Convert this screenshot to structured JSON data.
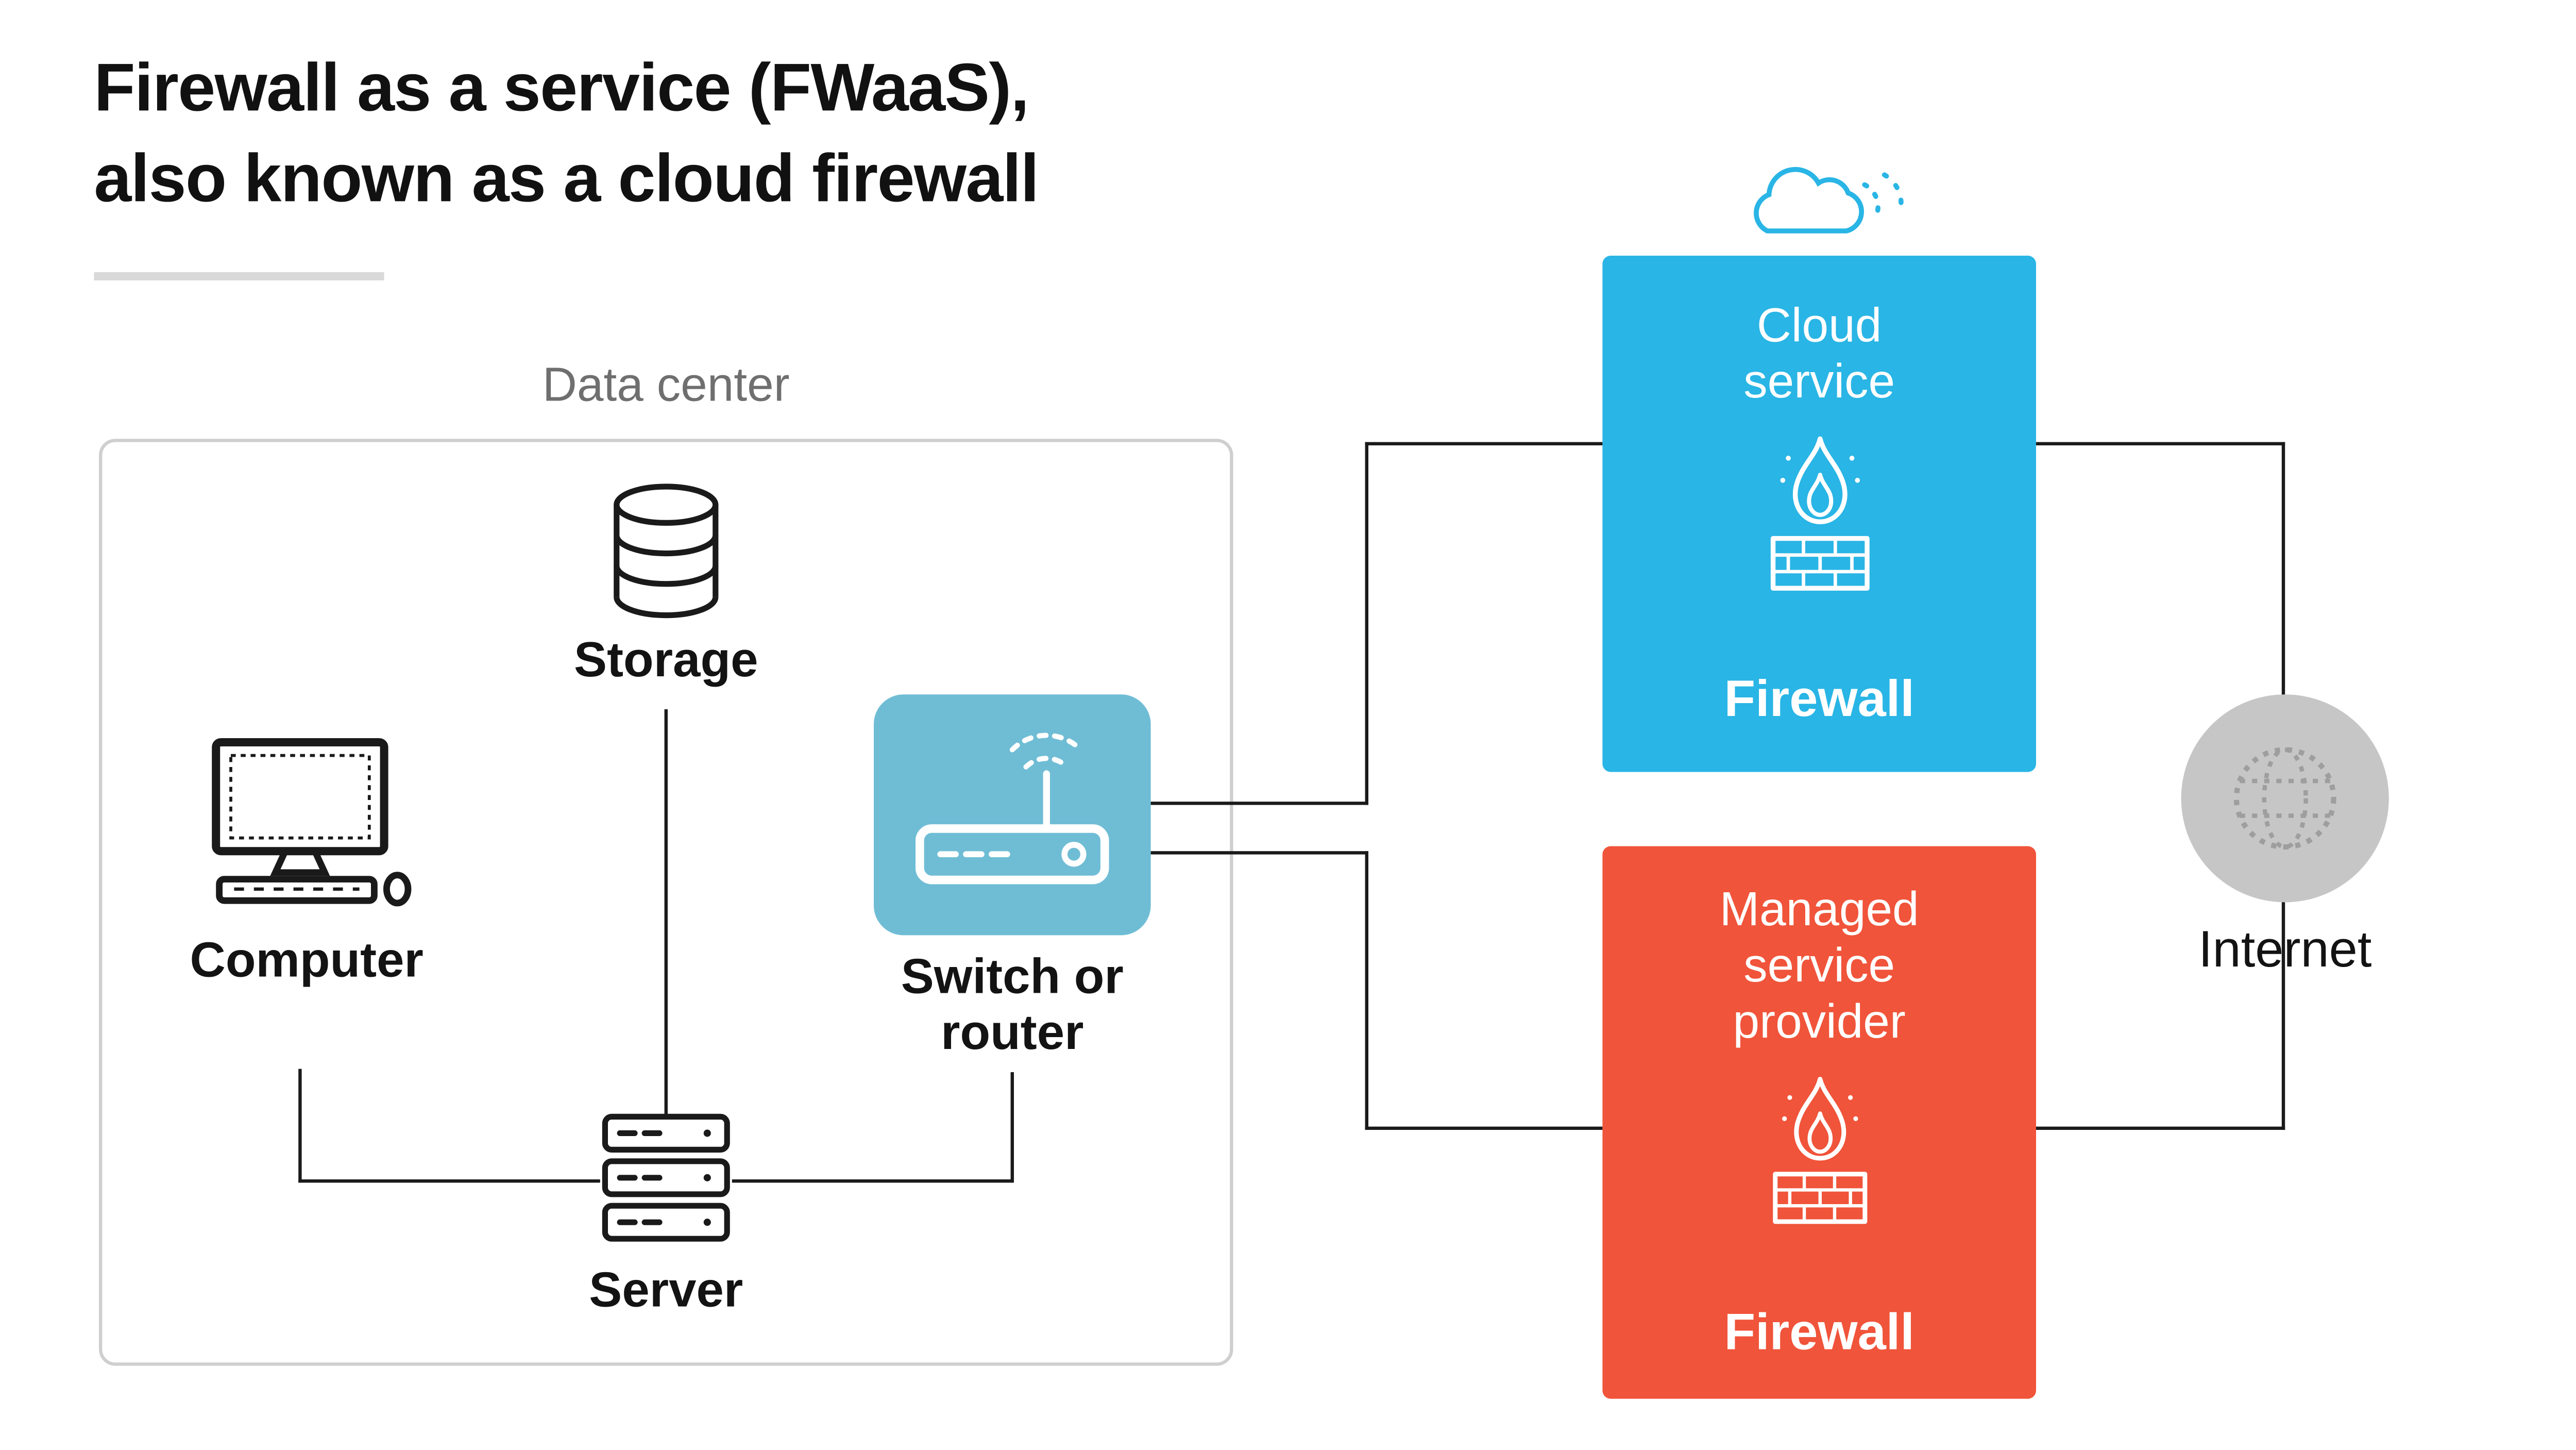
{
  "title": {
    "line1": "Firewall as a service (FWaaS),",
    "line2": "also known as a cloud firewall"
  },
  "data_center": {
    "label": "Data center",
    "storage_label": "Storage",
    "computer_label": "Computer",
    "switch_label": "Switch or router",
    "server_label": "Server"
  },
  "cloud_service": {
    "title_line1": "Cloud",
    "title_line2": "service",
    "firewall_label": "Firewall",
    "bg_color": "#29b5e5"
  },
  "managed_service_provider": {
    "title_line1": "Managed",
    "title_line2": "service",
    "title_line3": "provider",
    "firewall_label": "Firewall",
    "bg_color": "#f0543a"
  },
  "internet": {
    "label": "Internet",
    "circle_color": "#c6c6c6"
  },
  "colors": {
    "switch_bg": "#6fbdd5",
    "connector_line": "#1a1a1a",
    "data_center_border": "#cfcfcf",
    "heading_text": "#111111",
    "muted_label": "#6f6f6f",
    "title_underline": "#d9d9d9",
    "globe_stroke": "#9e9e9e"
  },
  "icons": {
    "storage": "database-icon",
    "computer": "desktop-computer-icon",
    "switch": "wireless-router-icon",
    "server": "server-rack-icon",
    "firewall": "flame-brick-wall-icon",
    "cloud": "cloud-outline-icon",
    "internet": "globe-icon"
  }
}
